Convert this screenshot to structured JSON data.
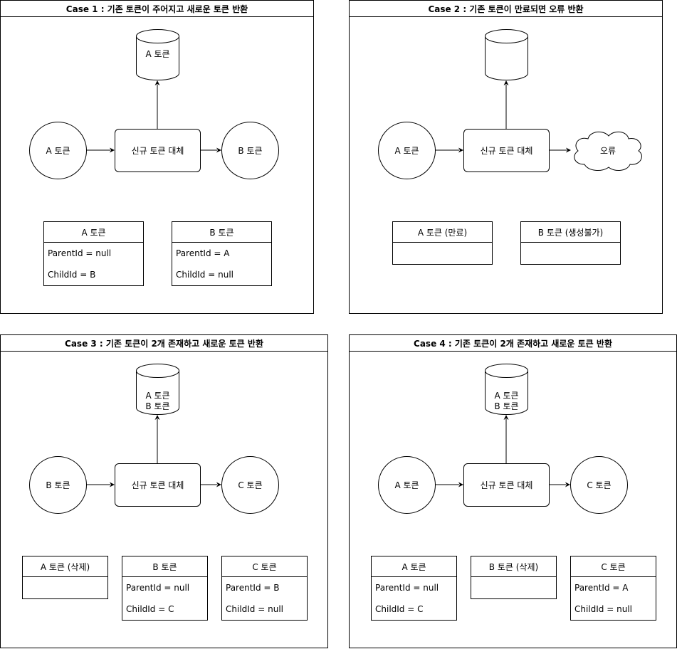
{
  "colors": {
    "stroke": "#000000",
    "fill": "#ffffff"
  },
  "shared": {
    "replace_label": "신규 토큰 대체"
  },
  "cases": [
    {
      "title": "Case 1 : 기존 토큰이 주어지고 새로운 토큰 반환",
      "db_lines": [
        "A 토큰",
        ""
      ],
      "input": "A 토큰",
      "output": "B 토큰",
      "tables": [
        {
          "header": "A 토큰",
          "rows": [
            "ParentId = null",
            "ChildId = B"
          ]
        },
        {
          "header": "B 토큰",
          "rows": [
            "ParentId = A",
            "ChildId = null"
          ]
        }
      ]
    },
    {
      "title": "Case 2 : 기존 토큰이 만료되면 오류 반환",
      "db_lines": [
        "",
        ""
      ],
      "input": "A 토큰",
      "output": "오류",
      "output_shape": "cloud-icon",
      "tables": [
        {
          "header": "A 토큰 (만료)",
          "rows": [
            ""
          ]
        },
        {
          "header": "B 토큰 (생성불가)",
          "rows": [
            ""
          ]
        }
      ]
    },
    {
      "title": "Case 3 : 기존 토큰이 2개 존재하고 새로운 토큰 반환",
      "db_lines": [
        "A 토큰",
        "B 토큰"
      ],
      "input": "B 토큰",
      "output": "C 토큰",
      "tables": [
        {
          "header": "A 토큰 (삭제)",
          "rows": [
            ""
          ]
        },
        {
          "header": "B 토큰",
          "rows": [
            "ParentId = null",
            "ChildId = C"
          ]
        },
        {
          "header": "C 토큰",
          "rows": [
            "ParentId = B",
            "ChildId = null"
          ]
        }
      ]
    },
    {
      "title": "Case 4 : 기존 토큰이 2개 존재하고 새로운 토큰 반환",
      "db_lines": [
        "A 토큰",
        "B 토큰"
      ],
      "input": "A 토큰",
      "output": "C 토큰",
      "tables": [
        {
          "header": "A 토큰",
          "rows": [
            "ParentId = null",
            "ChildId = C"
          ]
        },
        {
          "header": "B 토큰 (삭제)",
          "rows": [
            ""
          ]
        },
        {
          "header": "C 토큰",
          "rows": [
            "ParentId = A",
            "ChildId = null"
          ]
        }
      ]
    }
  ]
}
